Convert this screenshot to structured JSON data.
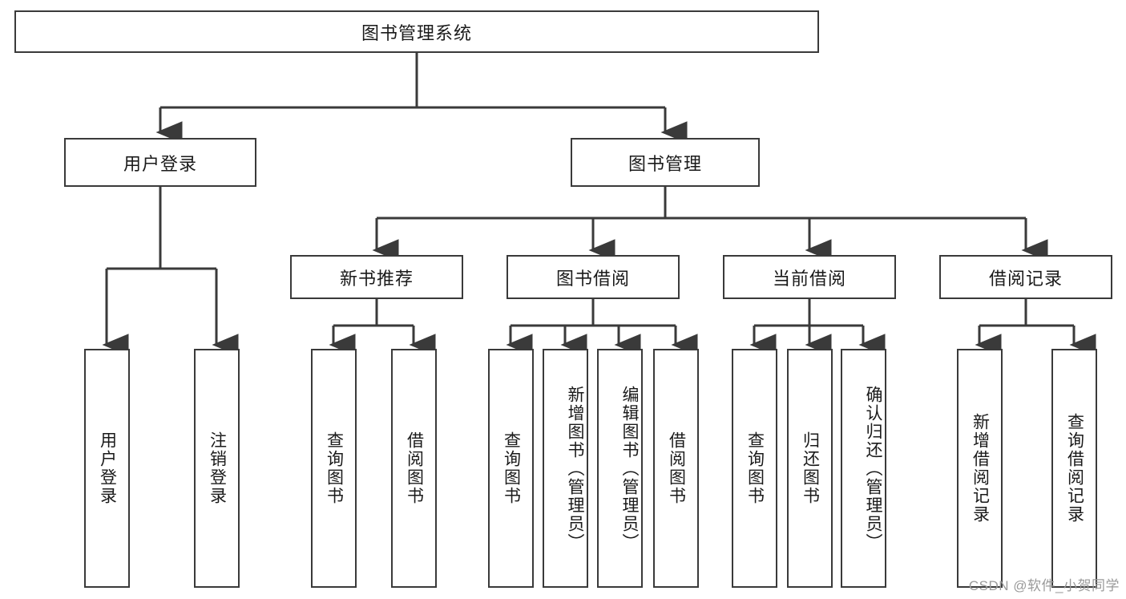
{
  "diagram": {
    "type": "tree",
    "title": "图书管理系统",
    "background_color": "#ffffff",
    "stroke_color": "#3a3a3a",
    "text_color": "#1a1a1a",
    "root": {
      "label": "图书管理系统"
    },
    "level1": [
      {
        "label": "用户登录"
      },
      {
        "label": "图书管理"
      }
    ],
    "level2": [
      {
        "label": "新书推荐"
      },
      {
        "label": "图书借阅"
      },
      {
        "label": "当前借阅"
      },
      {
        "label": "借阅记录"
      }
    ],
    "leaves": {
      "user_login": [
        {
          "label": "用户登录"
        },
        {
          "label": "注销登录"
        }
      ],
      "new_book": [
        {
          "label": "查询图书"
        },
        {
          "label": "借阅图书"
        }
      ],
      "book_borrow": [
        {
          "label": "查询图书"
        },
        {
          "label": "新增图书（管理员）"
        },
        {
          "label": "编辑图书（管理员）"
        },
        {
          "label": "借阅图书"
        }
      ],
      "current_borrow": [
        {
          "label": "查询图书"
        },
        {
          "label": "归还图书"
        },
        {
          "label": "确认归还（管理员）"
        }
      ],
      "borrow_record": [
        {
          "label": "新增借阅记录"
        },
        {
          "label": "查询借阅记录"
        }
      ]
    }
  },
  "watermark": {
    "text": "CSDN @软件_小贺同学"
  }
}
